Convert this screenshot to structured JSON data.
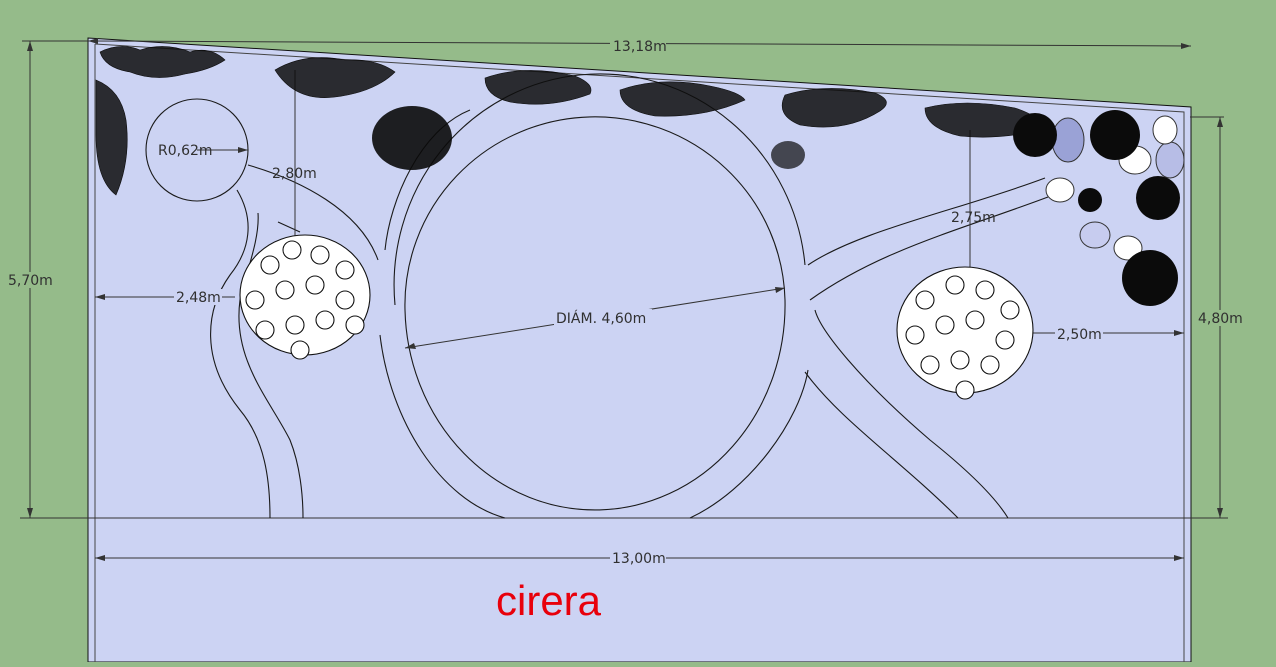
{
  "plan": {
    "colors": {
      "background": "#95bb8a",
      "lawn": "#ccd3f3",
      "ink": "#1a1a1a",
      "label_red": "#e8000b"
    },
    "dimensions": {
      "top_width": "13,18m",
      "bottom_width": "13,00m",
      "left_height": "5,70m",
      "right_height": "4,80m",
      "circle_radius": "R0,62m",
      "dist_top_left": "2,80m",
      "dist_left_path": "2,48m",
      "big_circle_diameter": "DIÁM. 4,60m",
      "dist_top_right": "2,75m",
      "dist_right_tree": "2,50m"
    },
    "tree_label": "cirera"
  }
}
